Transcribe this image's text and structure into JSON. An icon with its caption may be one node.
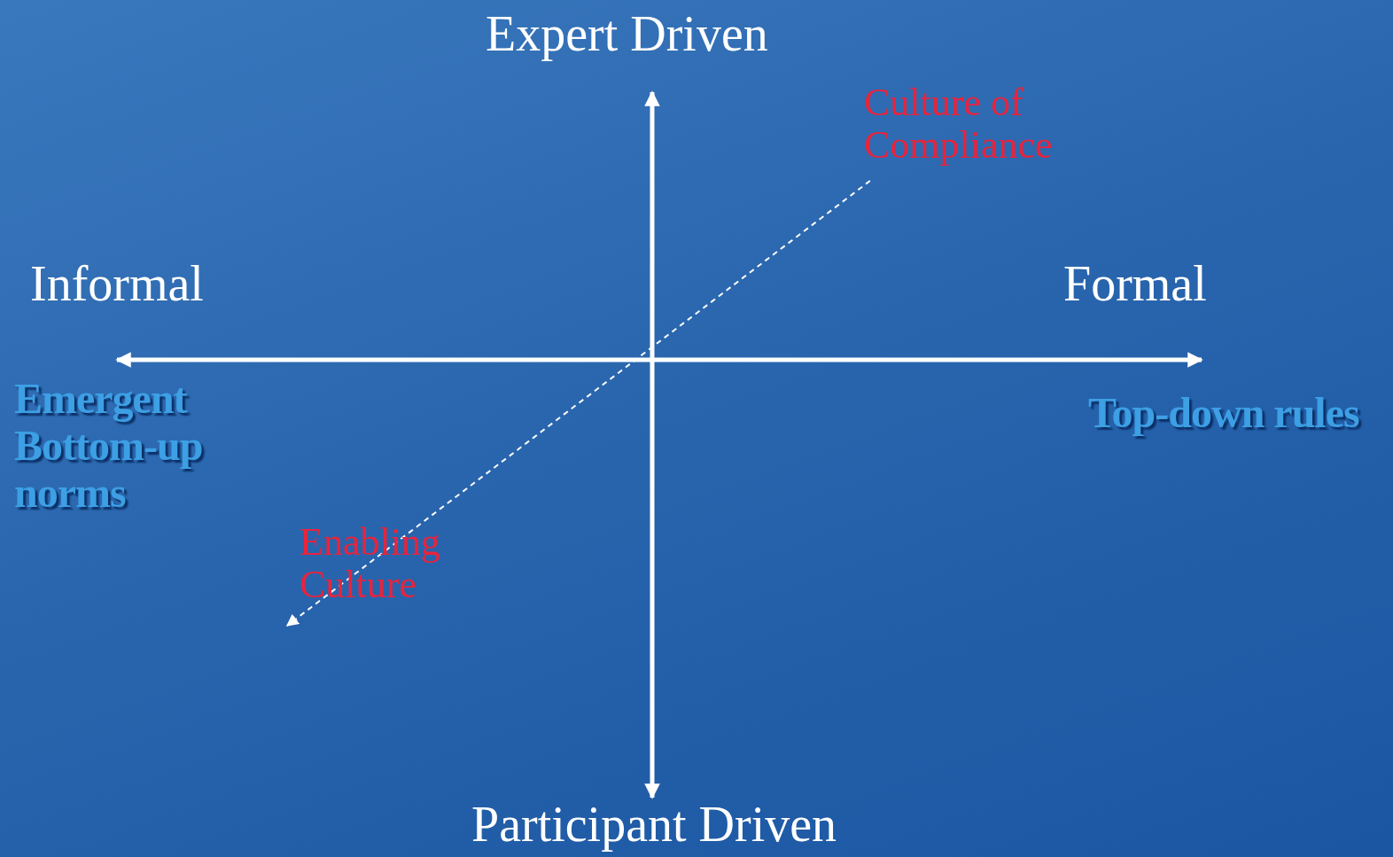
{
  "diagram": {
    "nodes": [
      {
        "text": [
          "Culture of Compliance"
        ]
      },
      {
        "text": [
          "Enabling Culture"
        ]
      }
    ],
    "edges": [
      {
        "from": 0,
        "to": 1,
        "arrow": "to",
        "style": "dashed"
      }
    ],
    "labels": [
      "Expert Driven",
      "Informal",
      "Formal",
      "Emergent Bottom-up norms",
      "Top-down rules",
      "Participant Driven"
    ]
  }
}
